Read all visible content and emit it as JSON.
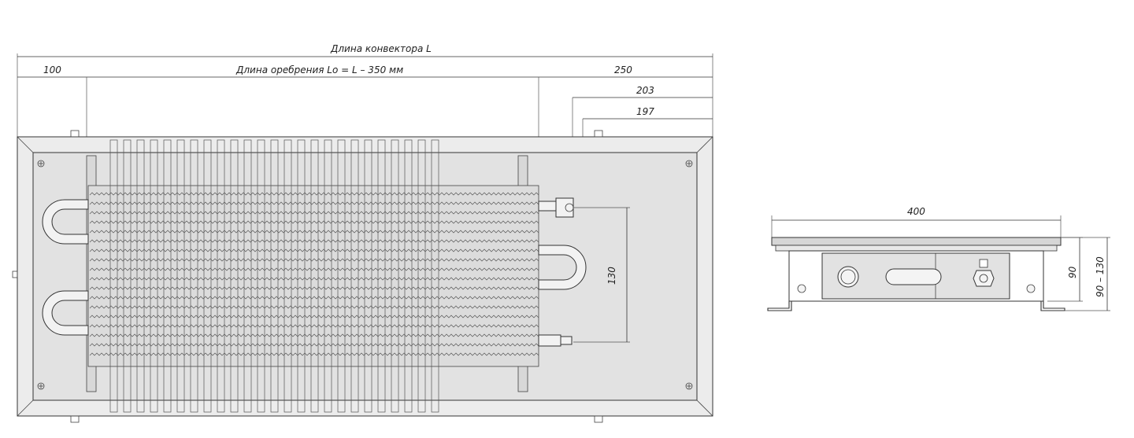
{
  "labels": {
    "convector_length": "Длина конвектора L",
    "fin_length": "Длина оребрения Lo = L – 350 мм",
    "dim_100": "100",
    "dim_250": "250",
    "dim_203": "203",
    "dim_197": "197",
    "dim_130": "130",
    "dim_400": "400",
    "dim_90": "90",
    "dim_90_130": "90 – 130"
  },
  "colors": {
    "line": "#333333",
    "fill": "#e2e2e2",
    "background": "#ffffff"
  }
}
